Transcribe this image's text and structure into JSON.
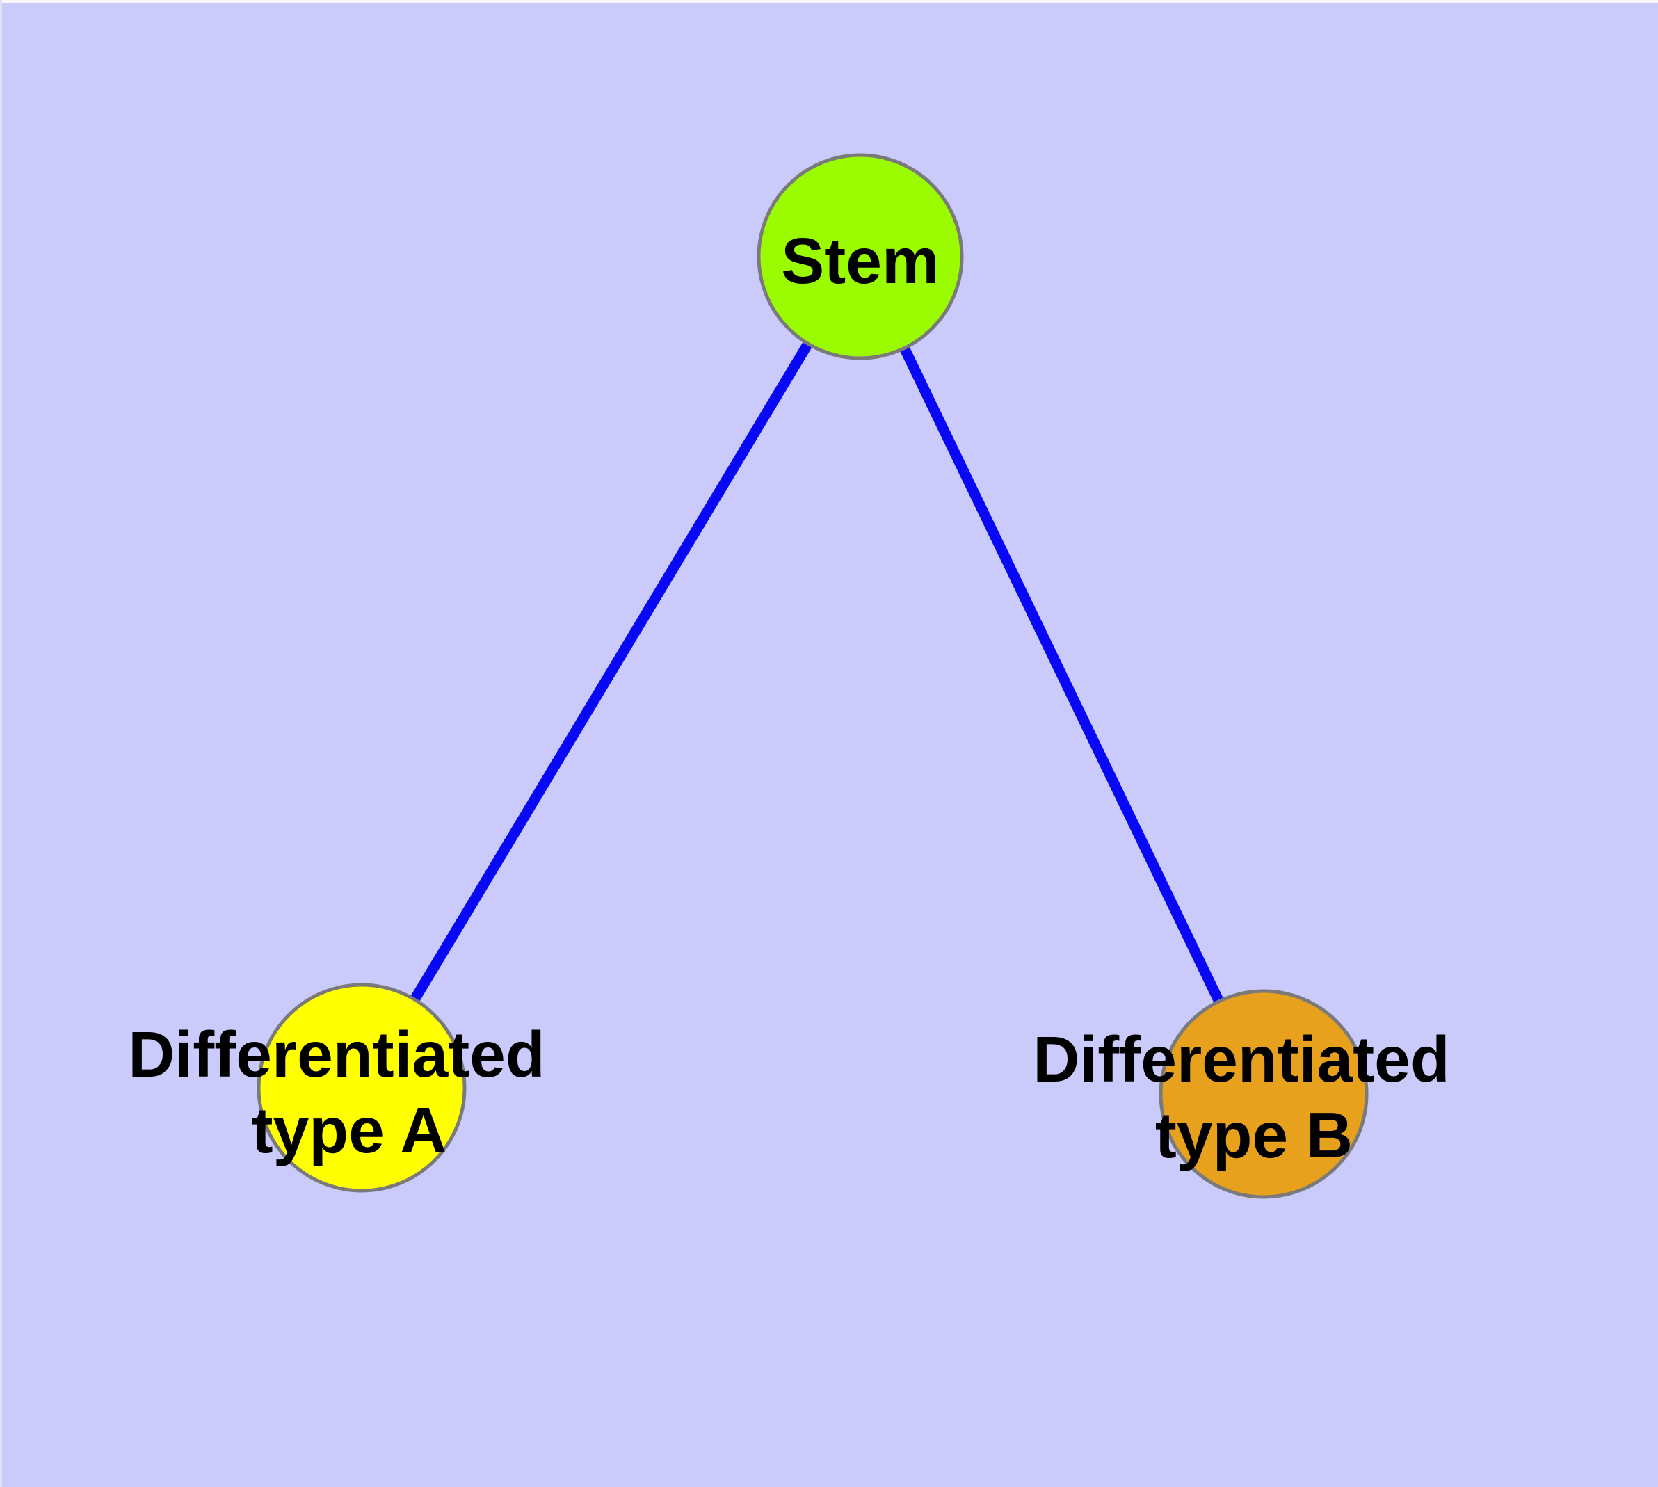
{
  "diagram": {
    "kind": "node-link-graph",
    "colors": {
      "background": "#cacafb",
      "edge": "#0808f5",
      "node_border": "#7a7a7a",
      "label_text": "#000000"
    },
    "nodes": {
      "stem": {
        "label": "Stem",
        "fill": "#9bfb00"
      },
      "type_a": {
        "label_line1": "Differentiated",
        "label_line2": "type A",
        "fill": "#ffff00"
      },
      "type_b": {
        "label_line1": "Differentiated",
        "label_line2": "type B",
        "fill": "#e8a11c"
      }
    },
    "edges": [
      {
        "from": "Stem",
        "to": "Differentiated type A"
      },
      {
        "from": "Stem",
        "to": "Differentiated type B"
      }
    ]
  }
}
